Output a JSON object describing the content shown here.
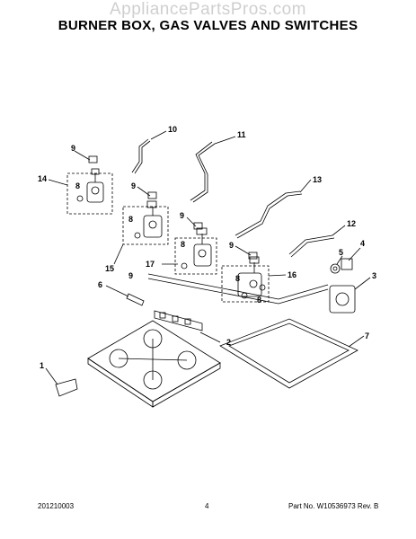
{
  "watermark": "AppliancePartsPros.com",
  "title": "BURNER BOX, GAS VALVES AND SWITCHES",
  "callouts": [
    "1",
    "2",
    "3",
    "4",
    "5",
    "6",
    "7",
    "8",
    "8",
    "8",
    "8",
    "8",
    "9",
    "9",
    "9",
    "9",
    "9",
    "10",
    "11",
    "12",
    "13",
    "14",
    "15",
    "16",
    "17"
  ],
  "footer": {
    "left": "201210003",
    "center": "4",
    "right": "Part No. W10536973  Rev. B"
  }
}
